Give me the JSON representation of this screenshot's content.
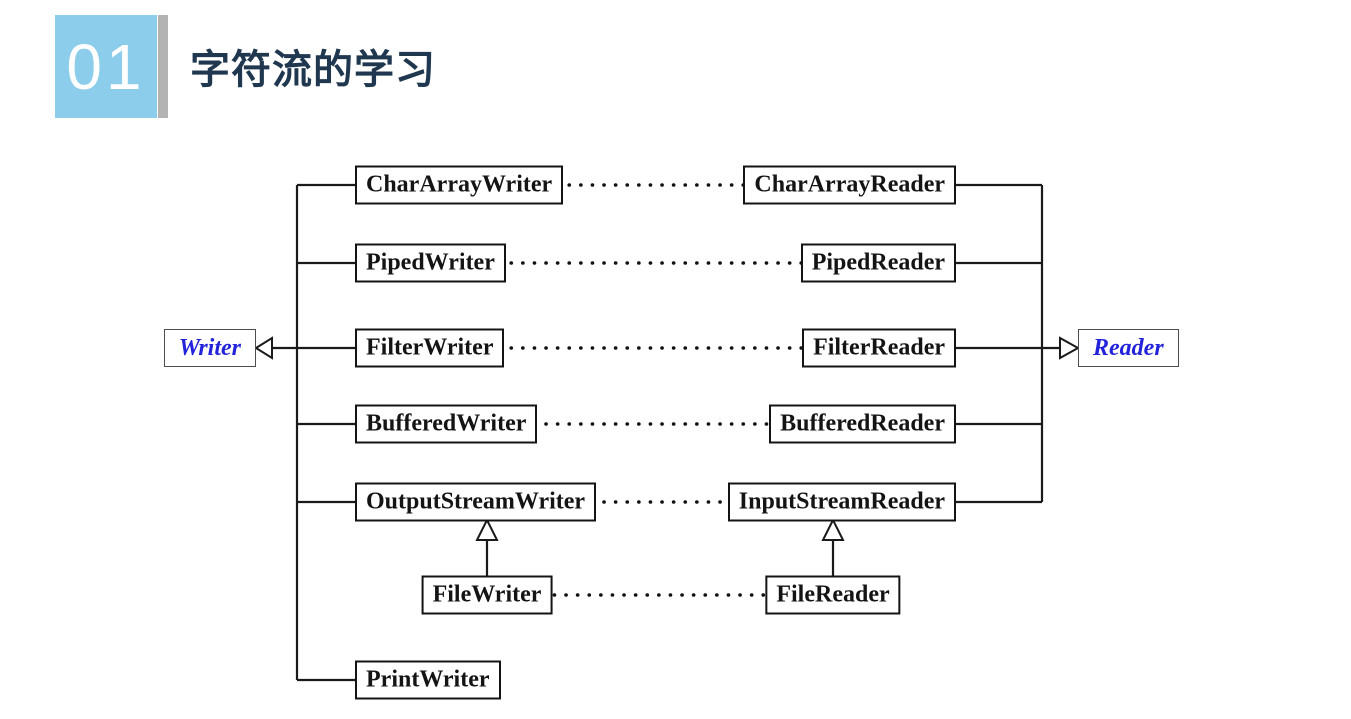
{
  "header": {
    "number": "01",
    "title": "字符流的学习"
  },
  "diagram": {
    "base_left": {
      "label": "Writer"
    },
    "base_right": {
      "label": "Reader"
    },
    "rows": [
      {
        "writer": "CharArrayWriter",
        "reader": "CharArrayReader"
      },
      {
        "writer": "PipedWriter",
        "reader": "PipedReader"
      },
      {
        "writer": "FilterWriter",
        "reader": "FilterReader"
      },
      {
        "writer": "BufferedWriter",
        "reader": "BufferedReader"
      },
      {
        "writer": "OutputStreamWriter",
        "reader": "InputStreamReader"
      },
      {
        "writer": "FileWriter",
        "reader": "FileReader"
      },
      {
        "writer": "PrintWriter"
      }
    ],
    "colors": {
      "accent_blue": "#8BCDEB",
      "accent_gray": "#b3b3b3",
      "title_navy": "#20384F",
      "base_class_blue": "#2323DC",
      "line_black": "#1a1a1a"
    }
  }
}
